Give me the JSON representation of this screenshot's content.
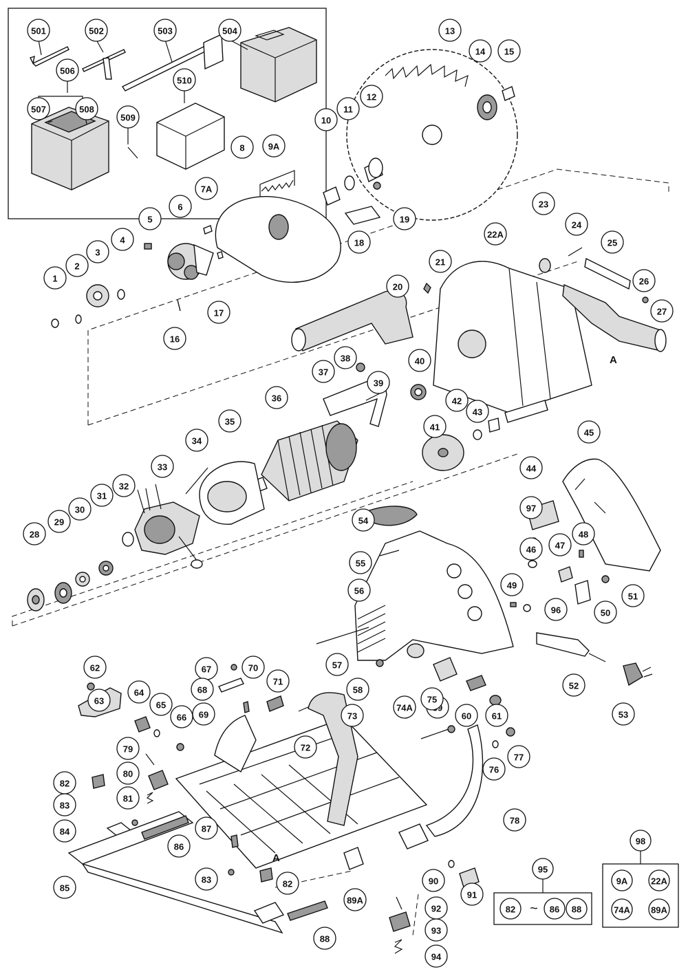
{
  "parts": [
    "501",
    "502",
    "503",
    "504",
    "506",
    "507",
    "508",
    "509",
    "510",
    "13",
    "14",
    "15",
    "10",
    "11",
    "12",
    "9A",
    "8",
    "7A",
    "6",
    "5",
    "4",
    "3",
    "2",
    "1",
    "16",
    "17",
    "18",
    "19",
    "23",
    "24",
    "22A",
    "25",
    "26",
    "27",
    "21",
    "20",
    "38",
    "37",
    "39",
    "40",
    "42",
    "43",
    "41",
    "36",
    "35",
    "34",
    "33",
    "32",
    "31",
    "30",
    "29",
    "28",
    "45",
    "44",
    "97",
    "48",
    "47",
    "46",
    "55",
    "54",
    "56",
    "51",
    "50",
    "49",
    "96",
    "57",
    "58",
    "59",
    "60",
    "61",
    "52",
    "53",
    "62",
    "67",
    "70",
    "71",
    "68",
    "69",
    "63",
    "64",
    "65",
    "66",
    "73",
    "72",
    "74A",
    "75",
    "77",
    "76",
    "78",
    "79",
    "80",
    "81",
    "82",
    "83",
    "84",
    "85",
    "86",
    "87",
    "83",
    "82",
    "88",
    "89A",
    "90",
    "91",
    "92",
    "93",
    "94"
  ],
  "reference_letters": [
    "A",
    "A"
  ],
  "set_95": {
    "number": "95",
    "contents": [
      "82",
      "~",
      "86",
      "88"
    ]
  },
  "set_98": {
    "number": "98",
    "contents": [
      "9A",
      "22A",
      "74A",
      "89A"
    ]
  }
}
